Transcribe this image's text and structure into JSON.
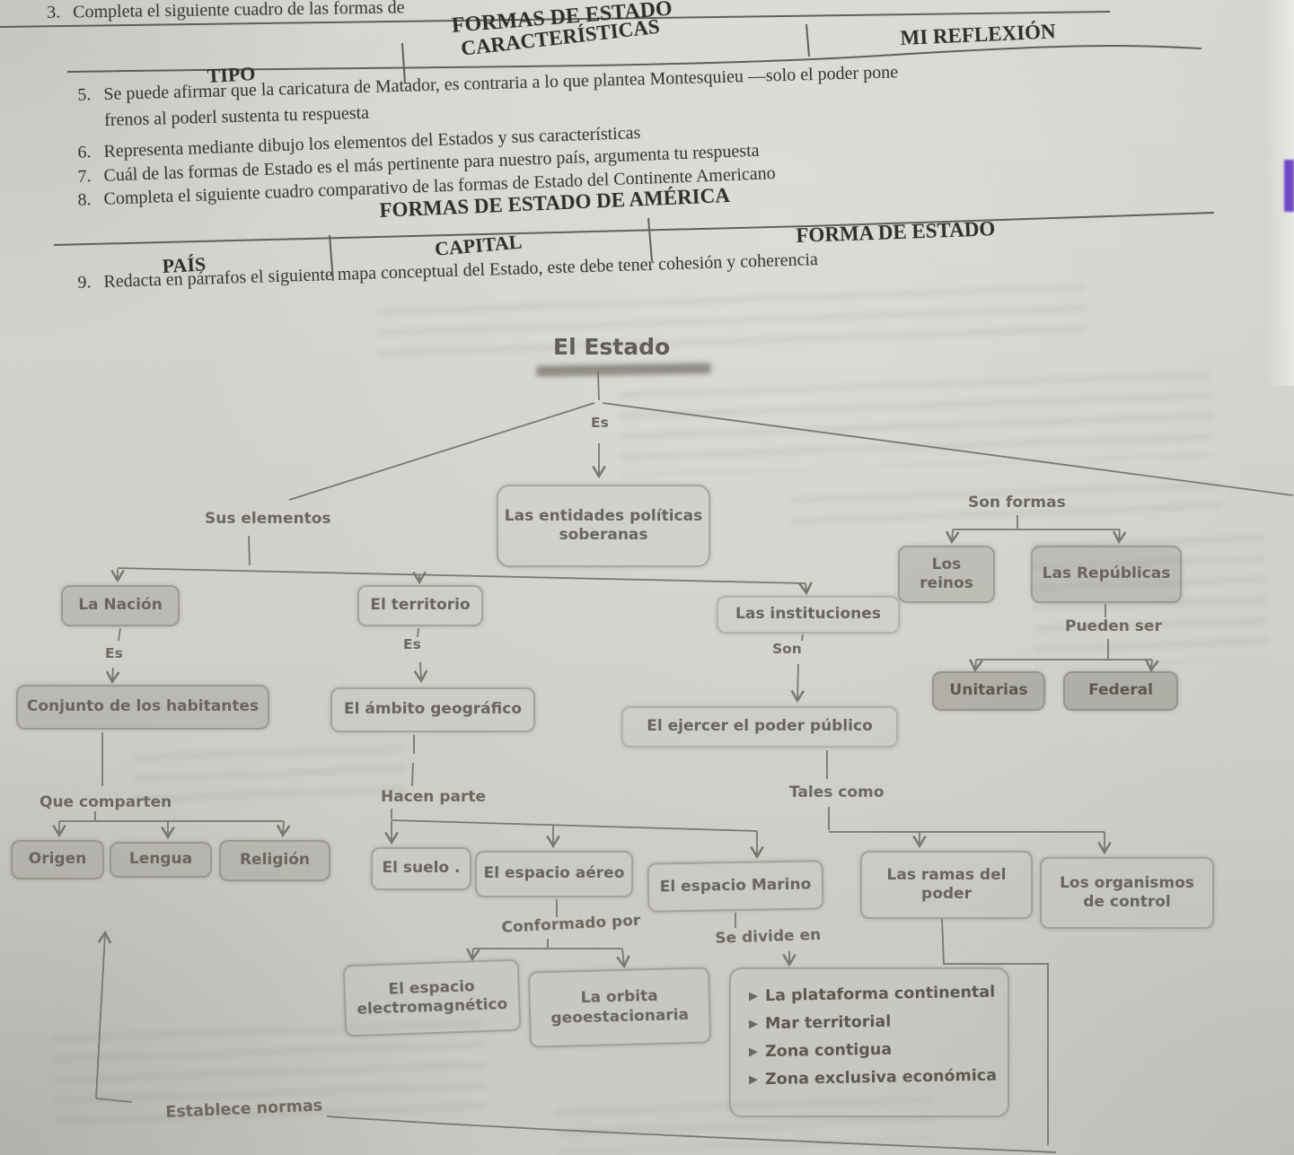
{
  "instructions": {
    "item3": {
      "num": "3.",
      "text": "Completa el siguiente cuadro de las formas de"
    },
    "item5": {
      "num": "5.",
      "line1": "Se puede afirmar que la caricatura de Matador, es contraria a lo que plantea Montesquieu —solo el poder pone",
      "line2": "frenos al poderl sustenta tu respuesta"
    },
    "item6": {
      "num": "6.",
      "text": "Representa mediante dibujo los elementos del Estados y sus características"
    },
    "item7": {
      "num": "7.",
      "text": "Cuál de las formas de Estado es el más pertinente para nuestro país, argumenta tu respuesta"
    },
    "item8": {
      "num": "8.",
      "text": "Completa el siguiente cuadro comparativo de las formas de Estado del Continente Americano"
    },
    "item9": {
      "num": "9.",
      "text": "Redacta en párrafos el siguiente mapa conceptual del Estado, este debe tener cohesión y coherencia"
    }
  },
  "table_formas": {
    "title": "FORMAS DE ESTADO",
    "col_tipo": "TIPO",
    "col_caracteristicas": "CARACTERÍSTICAS",
    "col_reflexion": "MI REFLEXIÓN"
  },
  "table_america": {
    "title": "FORMAS DE ESTADO DE AMÉRICA",
    "col_pais": "PAÍS",
    "col_capital": "CAPITAL",
    "col_forma": "FORMA DE ESTADO"
  },
  "map": {
    "root": "El Estado",
    "es_root": "Es",
    "entidades": "Las entidades políticas soberanas",
    "sus_elementos": "Sus elementos",
    "son_formas": "Son formas",
    "nacion": "La Nación",
    "territorio": "El territorio",
    "instituciones": "Las instituciones",
    "reinos": "Los reinos",
    "republicas": "Las Repúblicas",
    "pueden_ser": "Pueden ser",
    "unitarias": "Unitarias",
    "federal": "Federal",
    "es_nacion": "Es",
    "es_territorio": "Es",
    "son": "Son",
    "conjunto": "Conjunto de los habitantes",
    "ambito": "El ámbito geográfico",
    "ejercer": "El ejercer el poder público",
    "que_comparten": "Que comparten",
    "hacen_parte": "Hacen parte",
    "tales_como": "Tales como",
    "origen": "Origen",
    "lengua": "Lengua",
    "religion": "Religión",
    "suelo": "El suelo .",
    "espacio_aereo": "El espacio aéreo",
    "espacio_marino": "El espacio Marino",
    "ramas": "Las ramas del poder",
    "organismos": "Los organismos de control",
    "conformado_por": "Conformado por",
    "se_divide_en": "Se divide en",
    "electromagnetico": "El espacio electromagnético",
    "orbita": "La orbita geoestacionaria",
    "marino_items": [
      "La plataforma continental",
      "Mar territorial",
      "Zona contigua",
      "Zona exclusiva económica"
    ],
    "establece": "Establece normas"
  },
  "colors": {
    "paper": "#d0cfca",
    "ink": "#34322d",
    "map_ink": "#67655d",
    "accent_purple": "#6f4bc7"
  }
}
